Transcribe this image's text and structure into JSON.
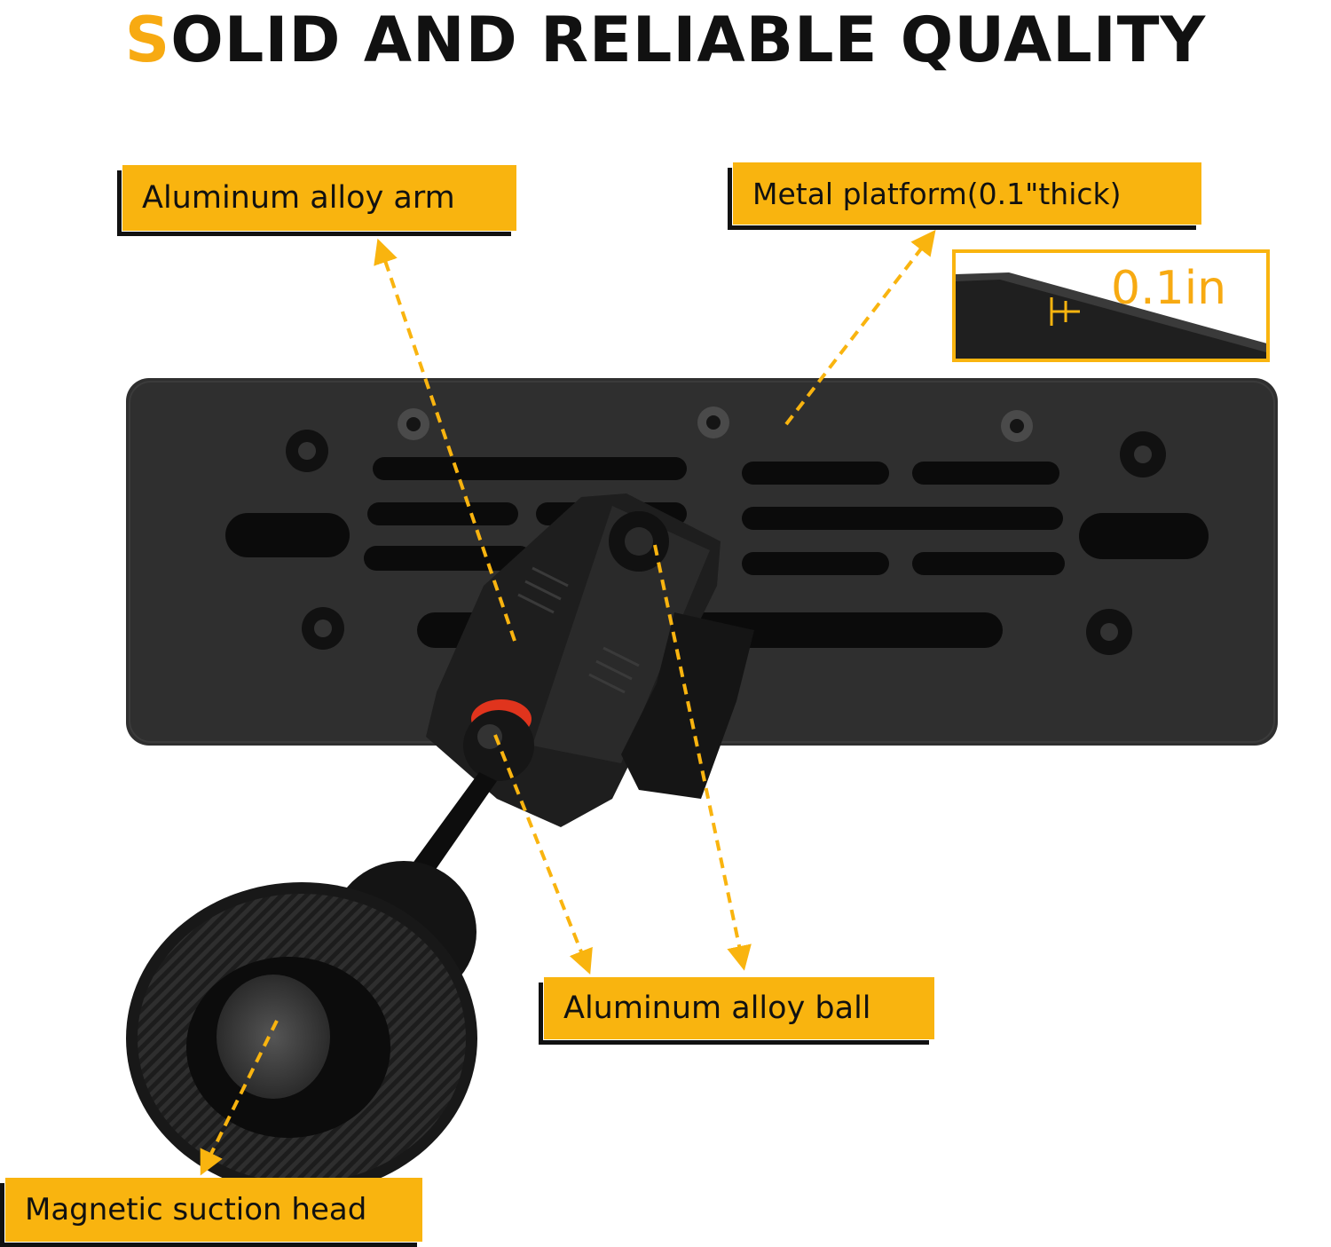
{
  "title": {
    "first_letter": "S",
    "rest": "OLID AND RELIABLE QUALITY"
  },
  "labels": {
    "arm": "Aluminum alloy arm",
    "platform": "Metal platform(0.1\"thick)",
    "ball": "Aluminum alloy ball",
    "head": "Magnetic suction head"
  },
  "thickness": {
    "value": "0.1in"
  },
  "colors": {
    "accent": "#F9B40F",
    "title_accent": "#F7AA12",
    "product": "#2b2b2b",
    "highlight_ring": "#e0341d"
  }
}
